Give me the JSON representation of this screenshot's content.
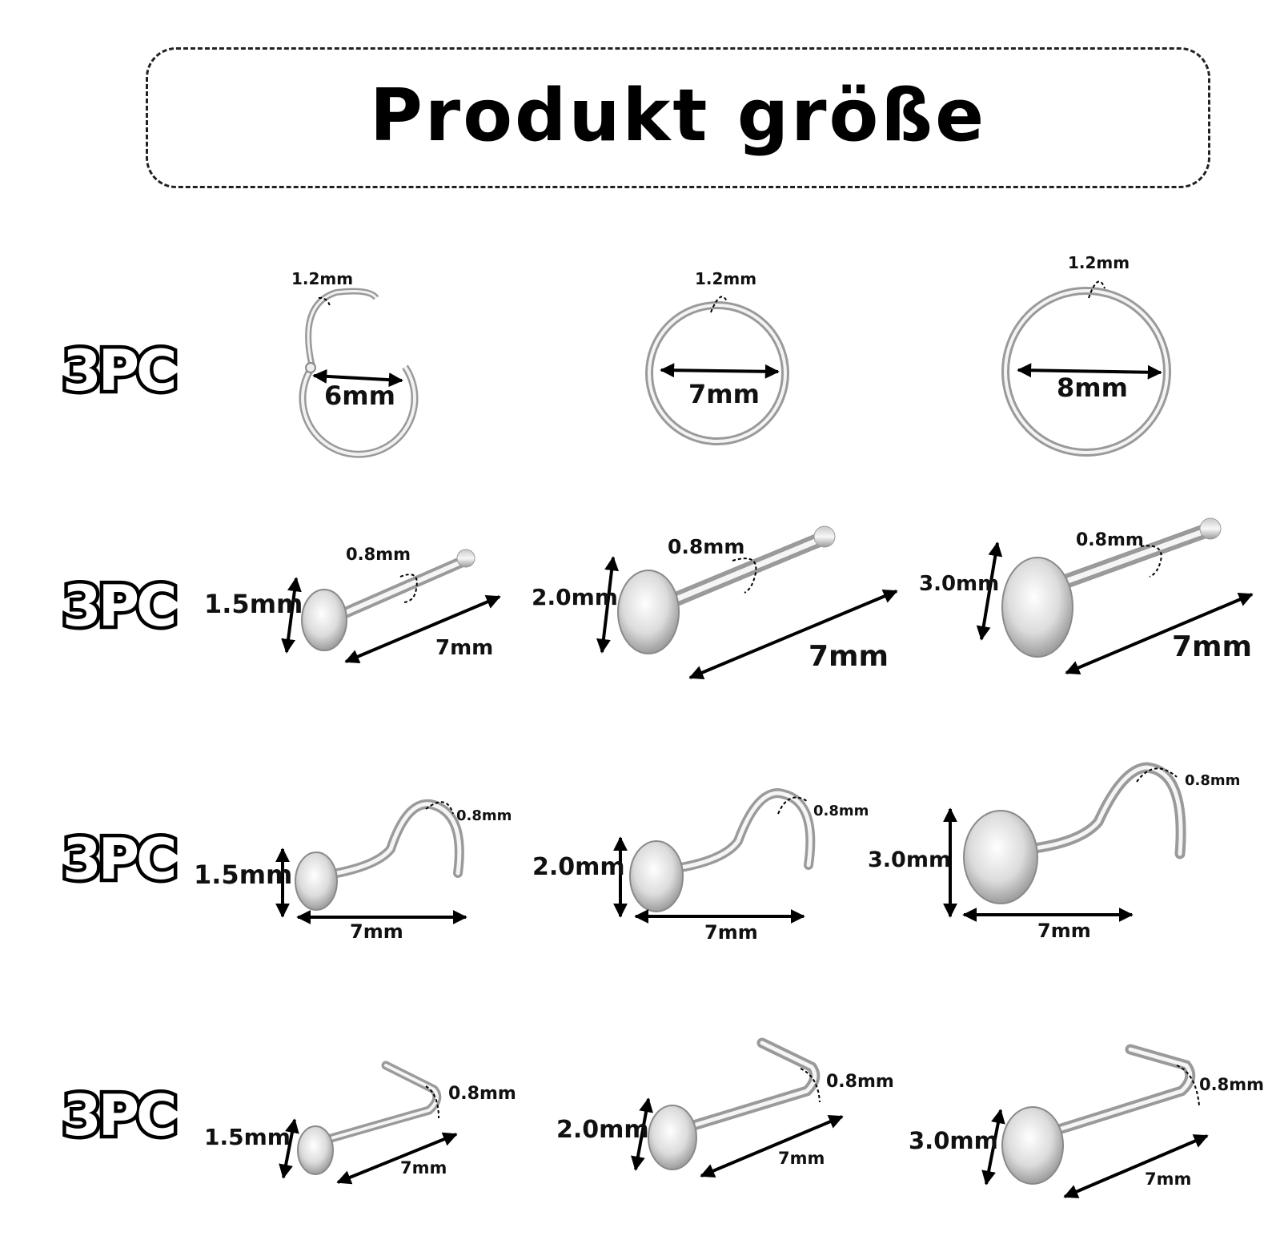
{
  "title": "Produkt größe",
  "rows": [
    {
      "qty": "3PC",
      "items": [
        {
          "thickness": "1.2mm",
          "size": "6mm"
        },
        {
          "thickness": "1.2mm",
          "size": "7mm"
        },
        {
          "thickness": "1.2mm",
          "size": "8mm"
        }
      ]
    },
    {
      "qty": "3PC",
      "items": [
        {
          "gem": "1.5mm",
          "wire": "0.8mm",
          "length": "7mm"
        },
        {
          "gem": "2.0mm",
          "wire": "0.8mm",
          "length": "7mm"
        },
        {
          "gem": "3.0mm",
          "wire": "0.8mm",
          "length": "7mm"
        }
      ]
    },
    {
      "qty": "3PC",
      "items": [
        {
          "gem": "1.5mm",
          "wire": "0.8mm",
          "length": "7mm"
        },
        {
          "gem": "2.0mm",
          "wire": "0.8mm",
          "length": "7mm"
        },
        {
          "gem": "3.0mm",
          "wire": "0.8mm",
          "length": "7mm"
        }
      ]
    },
    {
      "qty": "3PC",
      "items": [
        {
          "gem": "1.5mm",
          "wire": "0.8mm",
          "length": "7mm"
        },
        {
          "gem": "2.0mm",
          "wire": "0.8mm",
          "length": "7mm"
        },
        {
          "gem": "3.0mm",
          "wire": "0.8mm",
          "length": "7mm"
        }
      ]
    }
  ]
}
